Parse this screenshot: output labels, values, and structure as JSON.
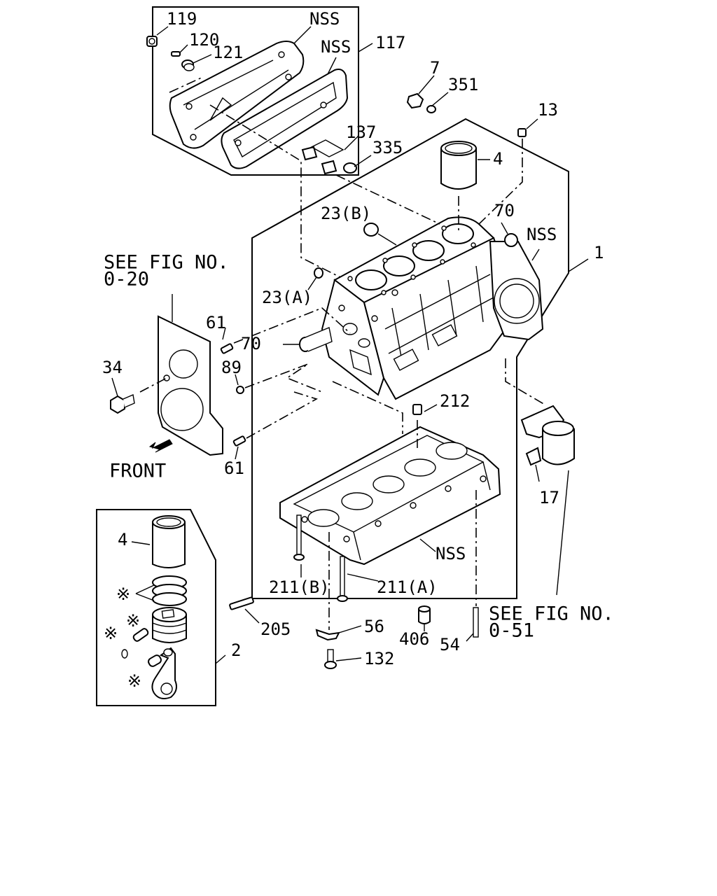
{
  "figure": {
    "see_fig_left_line1": "SEE FIG NO.",
    "see_fig_left_line2": "0-20",
    "see_fig_right_line1": "SEE FIG NO.",
    "see_fig_right_line2": "0-51",
    "front_label": "FRONT"
  },
  "callouts": {
    "c119": "119",
    "c120": "120",
    "c121": "121",
    "nss_cover": "NSS",
    "nss_gasket": "NSS",
    "c117": "117",
    "c7": "7",
    "c351": "351",
    "c13": "13",
    "c137": "137",
    "c335": "335",
    "c4_top": "4",
    "c23b": "23(B)",
    "c70_right": "70",
    "nss_block": "NSS",
    "c1": "1",
    "c23a": "23(A)",
    "c61_top": "61",
    "c70_left": "70",
    "c89": "89",
    "c34": "34",
    "c212": "212",
    "c61_bottom": "61",
    "c17": "17",
    "nss_lower": "NSS",
    "c211b": "211(B)",
    "c211a": "211(A)",
    "c4_piston": "4",
    "c205": "205",
    "c56": "56",
    "c406": "406",
    "c54": "54",
    "c132": "132",
    "c2": "2",
    "asterisk_rings": "※",
    "asterisk_piston": "※",
    "asterisk_clip": "※",
    "asterisk_rod": "※"
  }
}
